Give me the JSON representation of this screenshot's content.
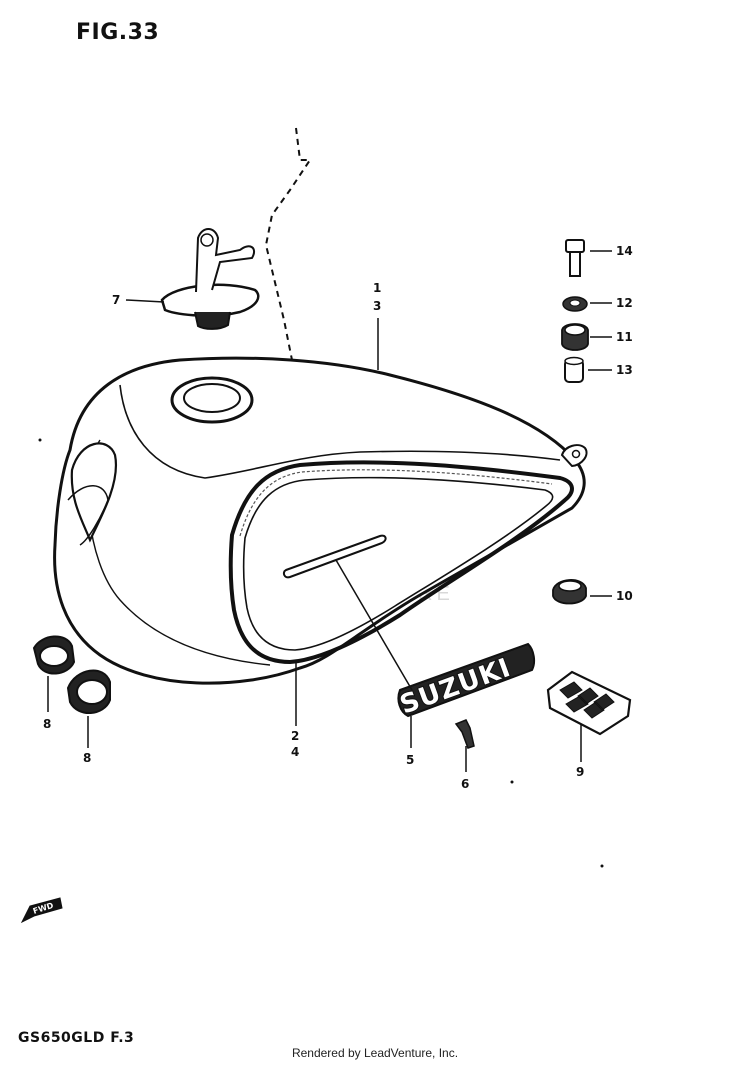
{
  "figure": {
    "title": "FIG.33",
    "model_code": "GS650GLD  F.3",
    "footer": "Rendered by LeadVenture, Inc.",
    "watermark": "LEADVENTURE",
    "emblem_text": "SUZUKI",
    "direction_marker": "FWD"
  },
  "callouts": {
    "c1": "1",
    "c3": "3",
    "c2": "2",
    "c4": "4",
    "c5": "5",
    "c6": "6",
    "c7": "7",
    "c8a": "8",
    "c8b": "8",
    "c9": "9",
    "c10": "10",
    "c11": "11",
    "c12": "12",
    "c13": "13",
    "c14": "14"
  },
  "colors": {
    "ink": "#111111",
    "paper": "#ffffff",
    "watermark": "#d8d8d8"
  }
}
